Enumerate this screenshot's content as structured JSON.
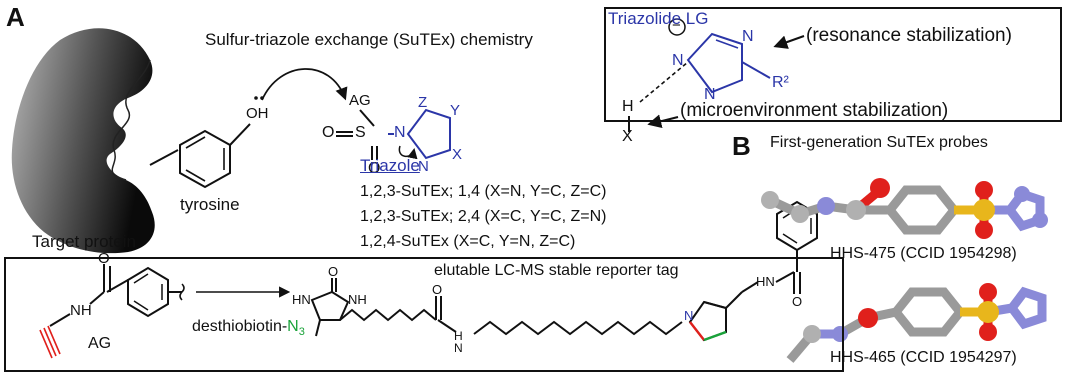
{
  "panels": {
    "a": "A",
    "b": "B"
  },
  "scheme": {
    "chemistry_title": "Sulfur-triazole exchange (SuTEx) chemistry",
    "target_protein": "Target protein",
    "tyrosine": "tyrosine",
    "oh": "OH",
    "ag": "AG",
    "o": "O",
    "s": "S",
    "n": "N",
    "x": "X",
    "y": "Y",
    "z": "Z",
    "triazole_header": "Triazole",
    "variants": [
      "1,2,3-SuTEx; 1,4 (X=N, Y=C, Z=C)",
      "1,2,3-SuTEx; 2,4 (X=C, Y=C, Z=N)",
      "1,2,4-SuTEx (X=C, Y=N, Z=C)"
    ]
  },
  "triazolide_box": {
    "title": "Triazolide LG",
    "resonance": "(resonance stabilization)",
    "microenvironment": "(microenvironment stabilization)",
    "r2": "R²",
    "h": "H",
    "x": "X",
    "minus": "−"
  },
  "reporter_box": {
    "title": "elutable LC-MS stable reporter tag",
    "desthiobiotin_prefix": "desthiobiotin-",
    "n3": "N",
    "n3_sub": "3",
    "ag": "AG",
    "nh": "NH",
    "o": "O",
    "hn": "HN",
    "h": "H",
    "n": "N"
  },
  "probes": {
    "header": "First-generation SuTEx probes",
    "items": [
      {
        "label": "HHS-475 (CCID 1954298)"
      },
      {
        "label": "HHS-465 (CCID 1954297)"
      }
    ]
  },
  "colors": {
    "blue": "#2b36a8",
    "green": "#1aa33a",
    "red": "#e0201c",
    "sulfur": "#e8b61c",
    "gray": "#9a9a9a",
    "nitrogen": "#8a8ad8"
  }
}
